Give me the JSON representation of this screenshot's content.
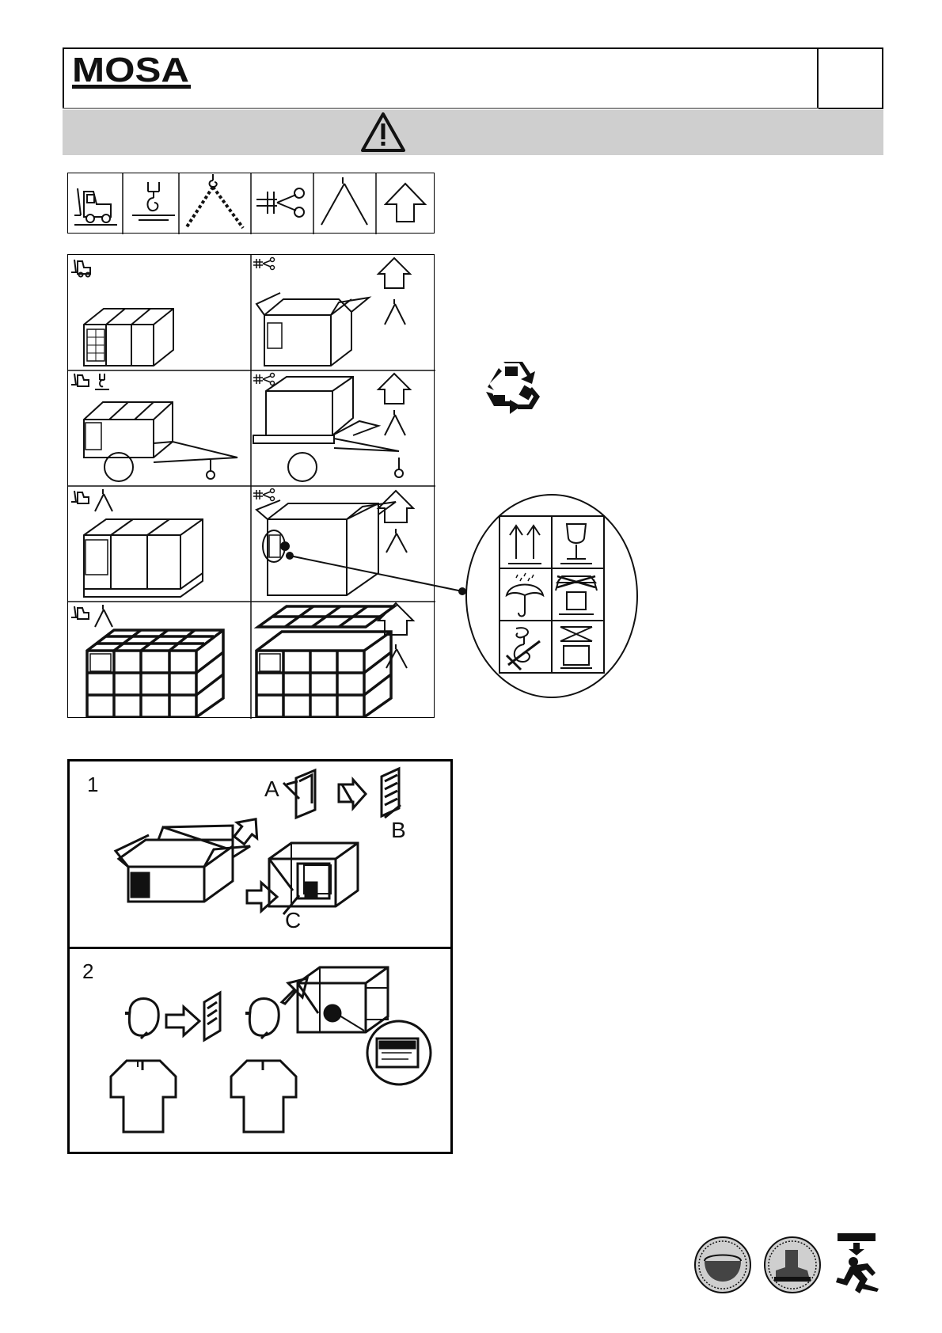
{
  "header": {
    "logo_text": "MOSA"
  },
  "steps": {
    "step1": "1",
    "step2": "2"
  },
  "callouts": {
    "a": "A",
    "b": "B",
    "c": "C"
  },
  "icons": {
    "header_warning": "warning-triangle-icon",
    "legend": [
      "forklift-icon",
      "crane-hook-icon",
      "lifting-chain-icon",
      "cut-strap-icon",
      "two-leg-sling-icon",
      "lift-up-arrow-icon"
    ],
    "symbols": [
      "this-way-up-icon",
      "fragile-glass-icon",
      "keep-dry-umbrella-icon",
      "no-stacking-icon",
      "no-hooks-icon",
      "no-crushing-icon"
    ],
    "ppe": [
      "safety-helmet-icon",
      "safety-shoes-icon",
      "falling-load-hazard-icon"
    ]
  },
  "colors": {
    "ink": "#111111",
    "warning_band": "#cfcfcf",
    "frame": "#000000"
  }
}
